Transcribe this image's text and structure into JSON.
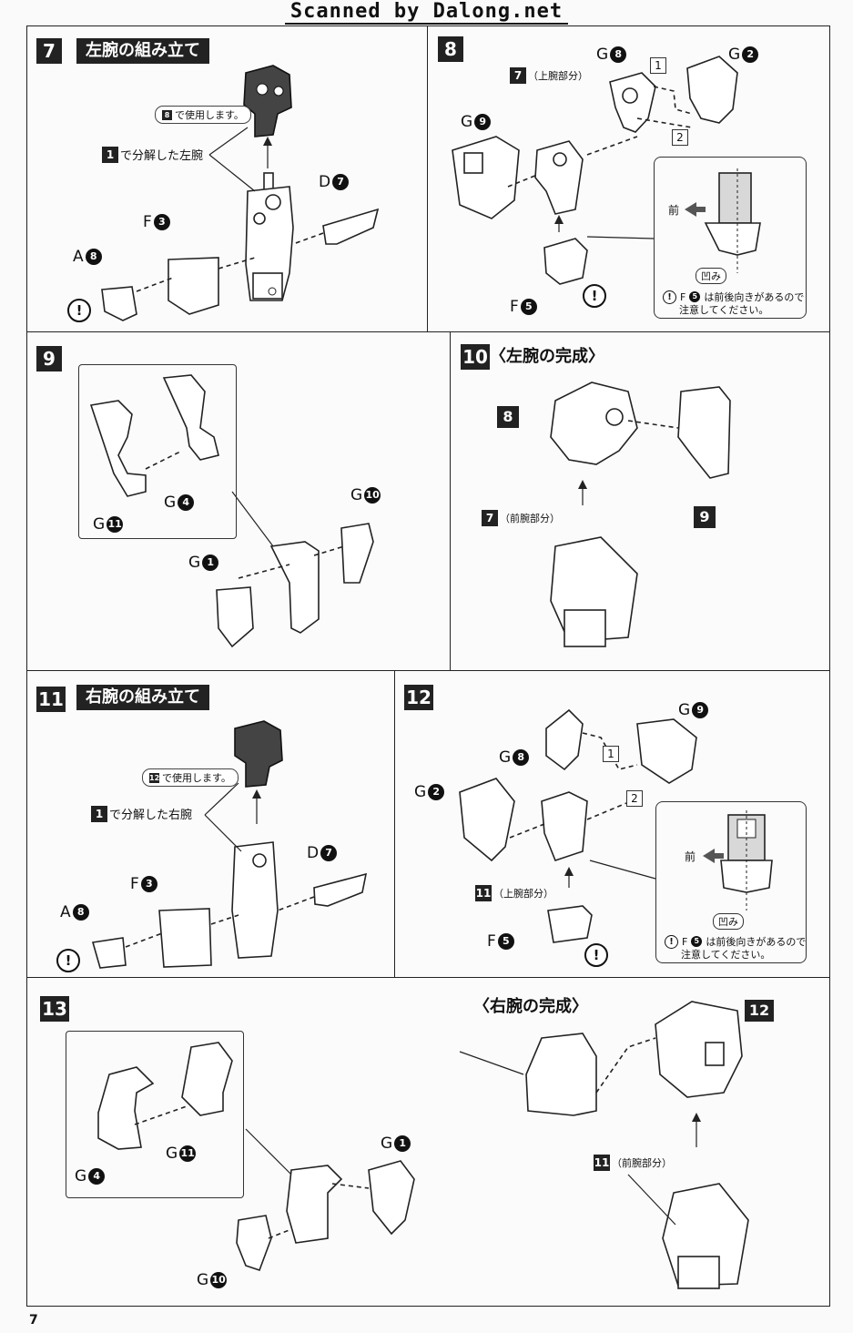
{
  "header": {
    "scan_text": "Scanned by Dalong.net"
  },
  "page_number": "7",
  "steps": {
    "s7": {
      "num": "7",
      "title": "左腕の組み立て",
      "use_tag": {
        "ref": "8",
        "text": "で使用します。"
      },
      "callout": {
        "ref": "1",
        "text": "で分解した左腕"
      },
      "parts": {
        "d": {
          "l": "D",
          "n": "7"
        },
        "f": {
          "l": "F",
          "n": "3"
        },
        "a": {
          "l": "A",
          "n": "8"
        }
      }
    },
    "s8": {
      "num": "8",
      "upper": {
        "ref": "7",
        "text": "（上腕部分）"
      },
      "parts": {
        "g8": {
          "l": "G",
          "n": "8"
        },
        "g2": {
          "l": "G",
          "n": "2"
        },
        "g9": {
          "l": "G",
          "n": "9"
        },
        "f5": {
          "l": "F",
          "n": "5"
        }
      },
      "order": [
        "1",
        "2"
      ],
      "front": "前",
      "dent": "凹み",
      "caution_part": "F",
      "caution_num": "5",
      "caution_l1": "は前後向きがあるので",
      "caution_l2": "注意してください。"
    },
    "s9": {
      "num": "9",
      "parts": {
        "g10": {
          "l": "G",
          "n": "10"
        },
        "g1": {
          "l": "G",
          "n": "1"
        },
        "g4": {
          "l": "G",
          "n": "4"
        },
        "g11": {
          "l": "G",
          "n": "11"
        }
      }
    },
    "s10": {
      "num": "10",
      "title": "〈左腕の完成〉",
      "ref8": "8",
      "ref9": "9",
      "fore": {
        "ref": "7",
        "text": "（前腕部分）"
      }
    },
    "s11": {
      "num": "11",
      "title": "右腕の組み立て",
      "use_tag": {
        "ref": "12",
        "text": "で使用します。"
      },
      "callout": {
        "ref": "1",
        "text": "で分解した右腕"
      },
      "parts": {
        "d": {
          "l": "D",
          "n": "7"
        },
        "f": {
          "l": "F",
          "n": "3"
        },
        "a": {
          "l": "A",
          "n": "8"
        }
      }
    },
    "s12": {
      "num": "12",
      "parts": {
        "g9": {
          "l": "G",
          "n": "9"
        },
        "g8": {
          "l": "G",
          "n": "8"
        },
        "g2": {
          "l": "G",
          "n": "2"
        },
        "f5": {
          "l": "F",
          "n": "5"
        }
      },
      "upper": {
        "ref": "11",
        "text": "（上腕部分）"
      },
      "order": [
        "1",
        "2"
      ],
      "front": "前",
      "dent": "凹み",
      "caution_part": "F",
      "caution_num": "5",
      "caution_l1": "は前後向きがあるので",
      "caution_l2": "注意してください。"
    },
    "s13": {
      "num": "13",
      "parts": {
        "g1": {
          "l": "G",
          "n": "1"
        },
        "g11": {
          "l": "G",
          "n": "11"
        },
        "g4": {
          "l": "G",
          "n": "4"
        },
        "g10": {
          "l": "G",
          "n": "10"
        }
      },
      "title": "〈右腕の完成〉",
      "ref12": "12",
      "fore": {
        "ref": "11",
        "text": "（前腕部分）"
      }
    }
  },
  "caution_mark": "!"
}
